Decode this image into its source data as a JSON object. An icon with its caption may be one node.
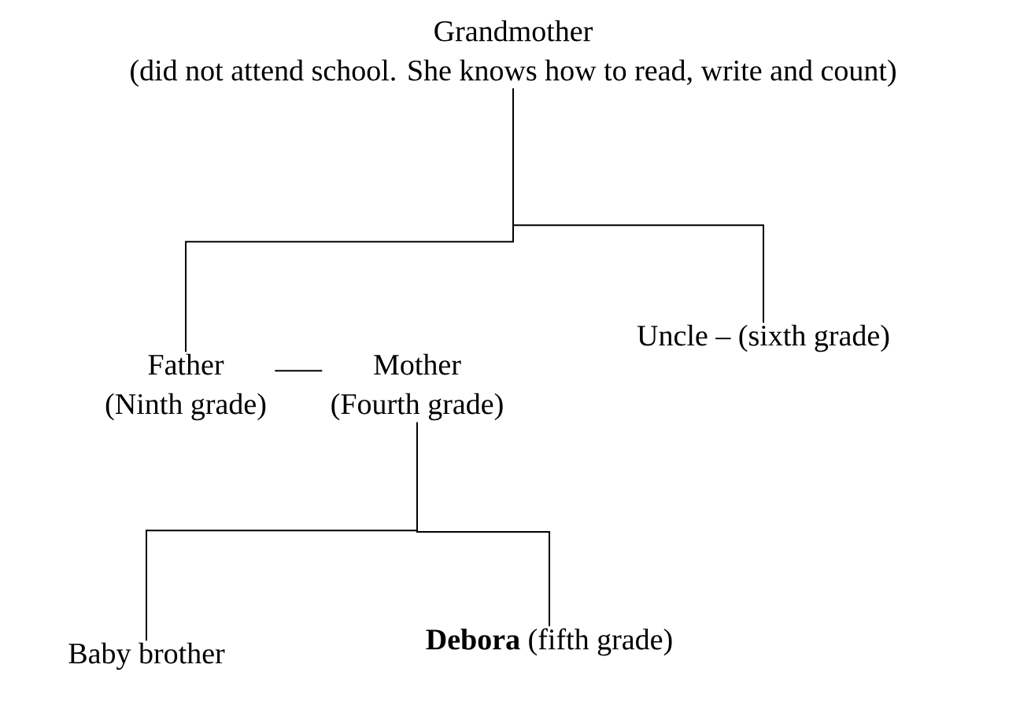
{
  "diagram": {
    "nodes": [
      {
        "text": [
          "Grandmother",
          "(did not attend school. She knows how to read, write and count)"
        ]
      },
      {
        "text": [
          "Father",
          "(Ninth grade)"
        ]
      },
      {
        "text": [
          "Mother",
          "(Fourth grade)"
        ]
      },
      {
        "text": [
          "Uncle – (sixth grade)"
        ]
      },
      {
        "text": [
          "Baby brother"
        ]
      },
      {
        "text": [
          "**Debora** (fifth grade)"
        ]
      }
    ],
    "edges": [
      {
        "from": 0,
        "to": 1,
        "arrow": "none"
      },
      {
        "from": 0,
        "to": 3,
        "arrow": "none"
      },
      {
        "from": 1,
        "to": 2,
        "arrow": "none"
      },
      {
        "from": 2,
        "to": 4,
        "arrow": "none"
      },
      {
        "from": 2,
        "to": 5,
        "arrow": "none"
      }
    ]
  }
}
